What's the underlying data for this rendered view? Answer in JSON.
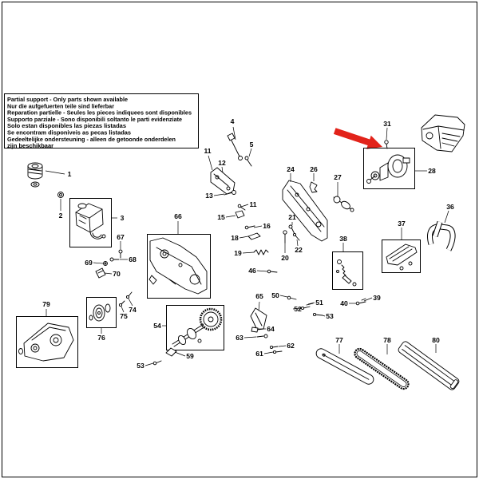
{
  "notice": {
    "lines": [
      "Partial support - Only parts shown available",
      "Nur die aufgefuerten teile sind lieferbar",
      "Reparation partielle - Seules les pieces indiquees sont disponibles",
      "Supporto parziale - Sono disponibili soltanto le parti evidenziate",
      "Solo estan disponibles las piezas listadas",
      "Se encontram disponiveis as pecas listadas",
      "Gedeeltelijke ondersteuning - alleen de getoonde onderdelen",
      "zijn beschikbaar"
    ]
  },
  "callouts": [
    "1",
    "2",
    "3",
    "4",
    "5",
    "11",
    "11",
    "12",
    "13",
    "15",
    "16",
    "18",
    "19",
    "20",
    "21",
    "22",
    "24",
    "26",
    "27",
    "28",
    "31",
    "36",
    "37",
    "38",
    "39",
    "40",
    "46",
    "50",
    "51",
    "52",
    "53",
    "53",
    "54",
    "59",
    "61",
    "62",
    "63",
    "64",
    "65",
    "66",
    "67",
    "68",
    "69",
    "70",
    "74",
    "75",
    "76",
    "77",
    "78",
    "79",
    "80"
  ],
  "colors": {
    "arrow": "#e2231a",
    "ink": "#000000",
    "background": "#ffffff"
  }
}
